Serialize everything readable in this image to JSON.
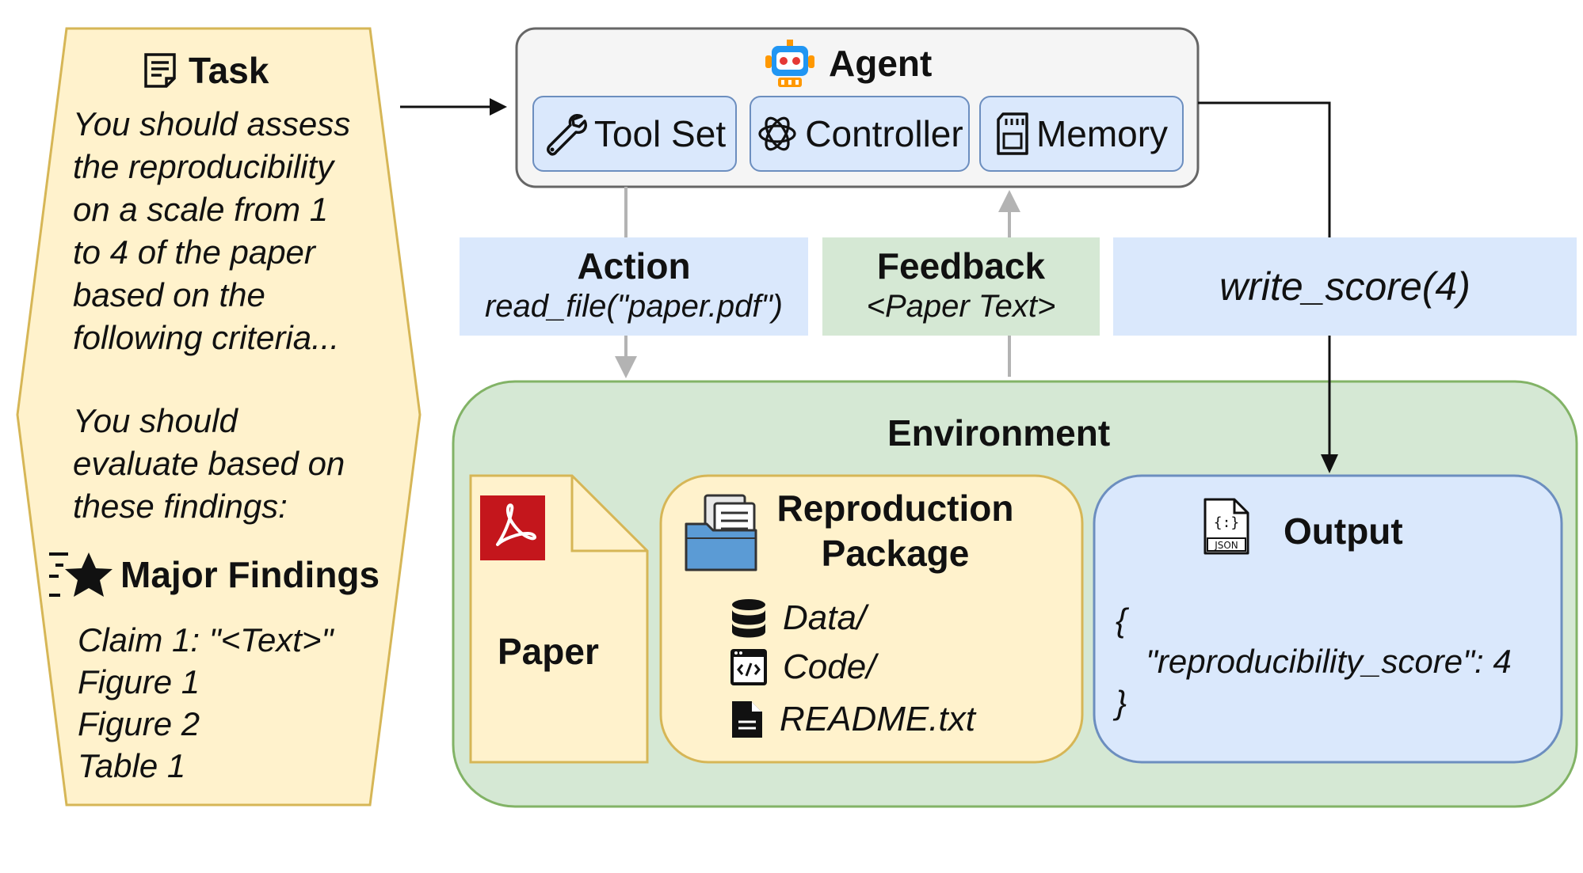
{
  "task": {
    "title": "Task",
    "text": "You should assess\nthe reproducibility\non a scale from 1\nto 4 of the paper\nbased on the\nfollowing criteria...",
    "text2": "You should\nevaluate based on\nthese findings:",
    "icon": "document-lines-icon"
  },
  "findings": {
    "title": "Major Findings",
    "icon": "star-list-icon",
    "items": [
      "Claim 1: \"<Text>\"",
      "Figure 1",
      "Figure 2",
      "Table 1"
    ]
  },
  "agent": {
    "title": "Agent",
    "icon": "robot-icon",
    "components": [
      {
        "label": "Tool Set",
        "icon": "wrench-icon"
      },
      {
        "label": "Controller",
        "icon": "openai-icon"
      },
      {
        "label": "Memory",
        "icon": "sd-card-icon"
      }
    ]
  },
  "action": {
    "title": "Action",
    "detail": "read_file(\"paper.pdf\")"
  },
  "feedback": {
    "title": "Feedback",
    "detail": "<Paper Text>"
  },
  "write": {
    "detail": "write_score(4)"
  },
  "environment": {
    "title": "Environment",
    "paper": {
      "label": "Paper",
      "icon": "pdf-icon"
    },
    "package": {
      "title_line1": "Reproduction",
      "title_line2": "Package",
      "icon": "folder-files-icon",
      "items": [
        {
          "label": "Data/",
          "icon": "database-icon"
        },
        {
          "label": "Code/",
          "icon": "code-window-icon"
        },
        {
          "label": "README.txt",
          "icon": "file-icon"
        }
      ]
    },
    "output": {
      "title": "Output",
      "icon": "json-file-icon",
      "json_open": "{",
      "json_line": "\"reproducibility_score\": 4",
      "json_close": "}"
    }
  },
  "colors": {
    "task_fill": "#fff2cc",
    "task_border": "#d6b656",
    "agent_fill": "#f5f5f5",
    "agent_border": "#666666",
    "blue_fill": "#dae8fc",
    "blue_border": "#6c8ebf",
    "green_fill": "#d5e8d4",
    "green_border": "#82b366",
    "arrow_gray": "#b3b3b3"
  }
}
